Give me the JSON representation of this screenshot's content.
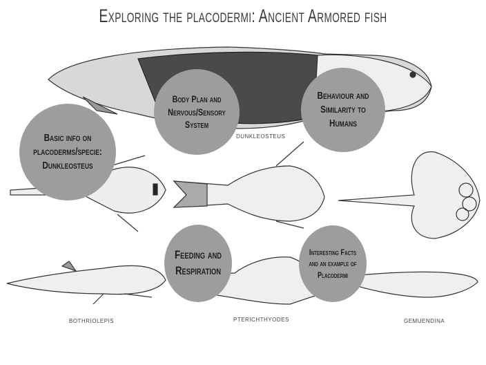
{
  "title": "Exploring the placodermi: Ancient Armored fish",
  "fish_labels": {
    "dunkleosteus": "DUNKLEOSTEUS",
    "bothriolepis": "BOTHRIOLEPIS",
    "pterichthyodes": "PTERICHTHYODES",
    "gemuendina": "GEMUENDINA"
  },
  "topics": [
    {
      "label": "Basic info on placoderms/specie: Dunkleosteus"
    },
    {
      "label": "Body Plan and Nervous/Sensory System"
    },
    {
      "label": "Behaviour and Similarity to Humans"
    },
    {
      "label": "Feeding and Respiration"
    },
    {
      "label": "Interesting Facts and an example of Placodermi"
    }
  ],
  "colors": {
    "circle": "#9d9d9d",
    "text": "#1e1e1e"
  }
}
